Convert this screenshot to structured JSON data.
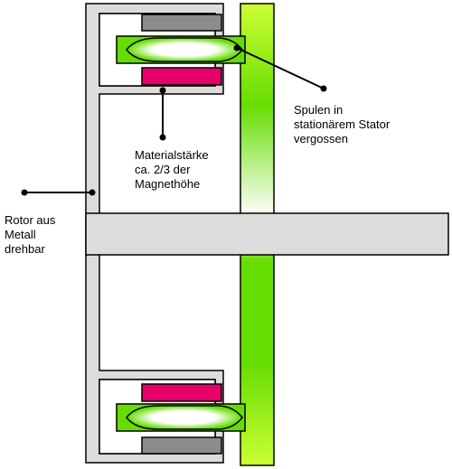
{
  "labels": {
    "coils": "Spulen in\nstationärem Stator\nvergossen",
    "material": "Materialstärke\nca. 2/3 der\nMagnethöhe",
    "rotor": "Rotor aus\nMetall\ndrehbar"
  },
  "colors": {
    "housing": "#dcdcdc",
    "magnet_gray": "#8c8c8c",
    "magnet_pink": "#e6006a",
    "stator_green": "#66dd00",
    "stator_yellow": "#ccff33",
    "coil_green": "#66dd00",
    "coil_white": "#ffffff",
    "outline": "#000000"
  }
}
